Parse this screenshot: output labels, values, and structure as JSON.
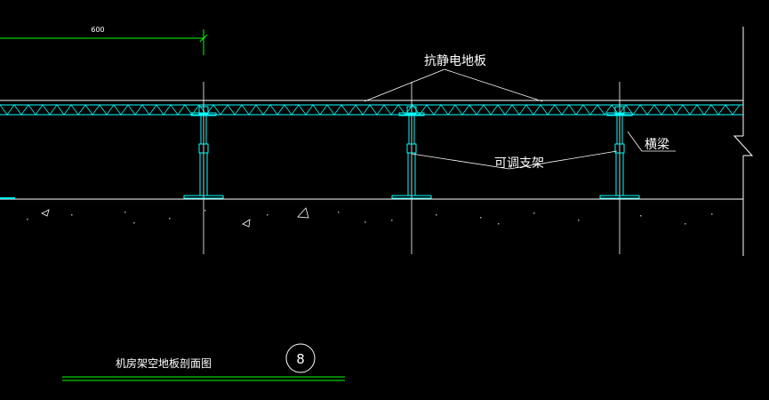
{
  "drawing": {
    "dimension": "600",
    "labels": {
      "floor_panel": "抗静电地板",
      "adjustable_support": "可调支架",
      "stringer": "横梁"
    },
    "title": "机房架空地板剖面图",
    "detail_number": "8"
  },
  "colors": {
    "background": "#000000",
    "dim_line": "#00ff00",
    "structure": "#00ffff",
    "lines": "#ffffff",
    "title_underline": "#00ff00"
  }
}
